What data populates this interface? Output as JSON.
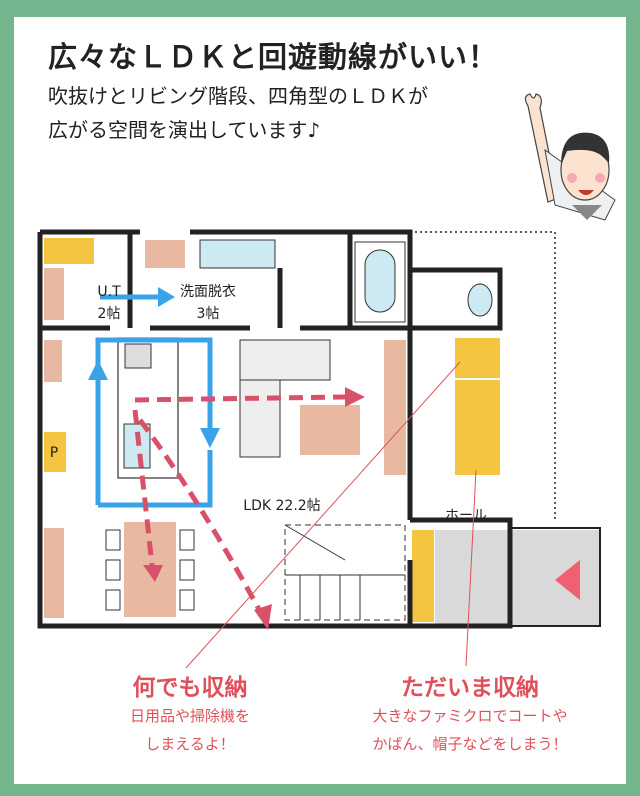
{
  "header": {
    "title": "広々なＬＤＫと回遊動線がいい！",
    "subtitle_line1": "吹抜けとリビング階段、四角型のＬＤＫが",
    "subtitle_line2": "広がる空間を演出しています♪"
  },
  "rooms": {
    "ut_name": "U.T",
    "ut_size": "2帖",
    "wash_name": "洗面脱衣",
    "wash_size": "3帖",
    "ldk": "LDK 22.2帖",
    "hall": "ホール",
    "pantry": "P"
  },
  "captions": [
    {
      "title": "何でも収納",
      "line1": "日用品や掃除機を",
      "line2": "しまえるよ！"
    },
    {
      "title": "ただいま収納",
      "line1": "大きなファミクロでコートや",
      "line2": "かばん、帽子などをしまう！"
    }
  ],
  "colors": {
    "background": "#74b58d",
    "accent": "#e0505a",
    "flow_blue": "#3aa3e8",
    "storage": "#f5c542"
  }
}
